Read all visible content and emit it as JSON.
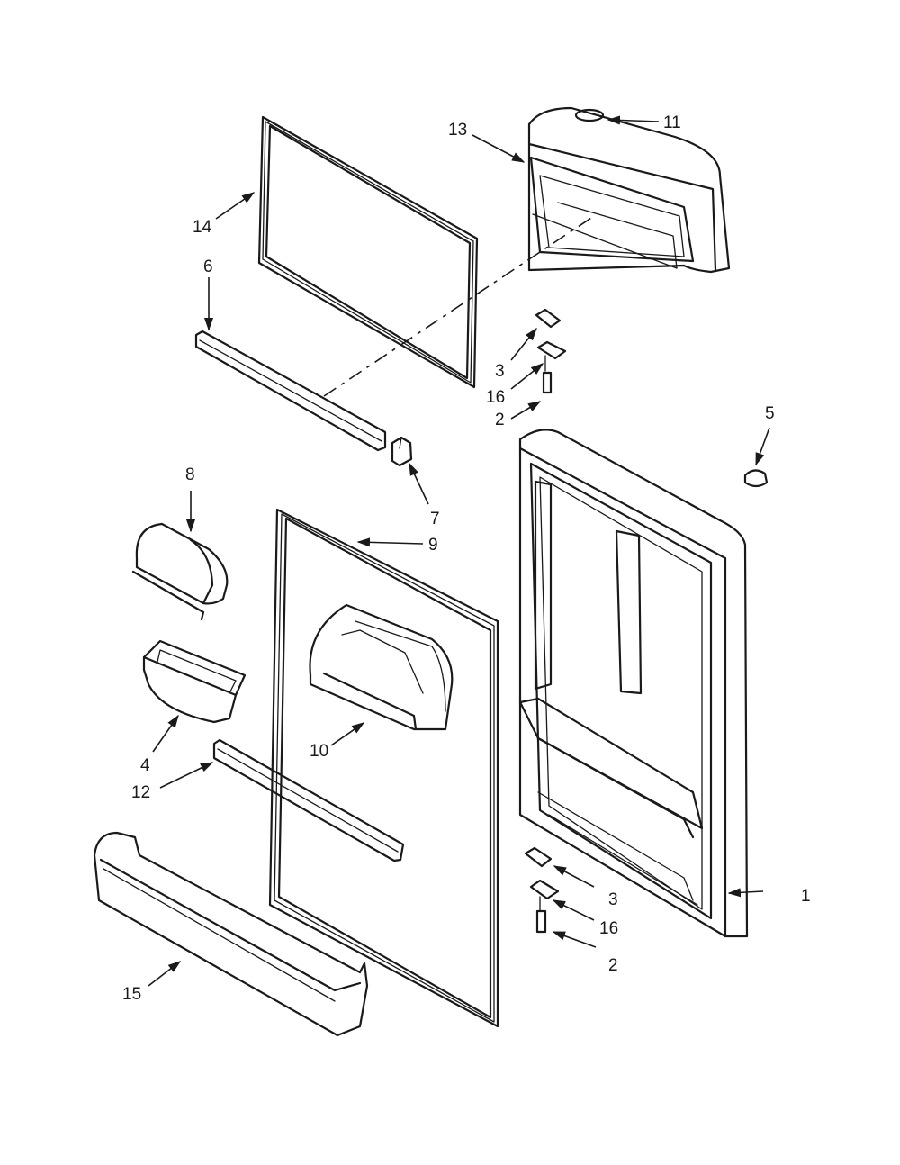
{
  "callouts": {
    "c1": "1",
    "c2a": "2",
    "c2b": "2",
    "c3a": "3",
    "c3b": "3",
    "c4": "4",
    "c5": "5",
    "c6": "6",
    "c7": "7",
    "c8": "8",
    "c9": "9",
    "c10": "10",
    "c11": "11",
    "c12": "12",
    "c13": "13",
    "c14": "14",
    "c15": "15",
    "c16a": "16",
    "c16b": "16"
  }
}
